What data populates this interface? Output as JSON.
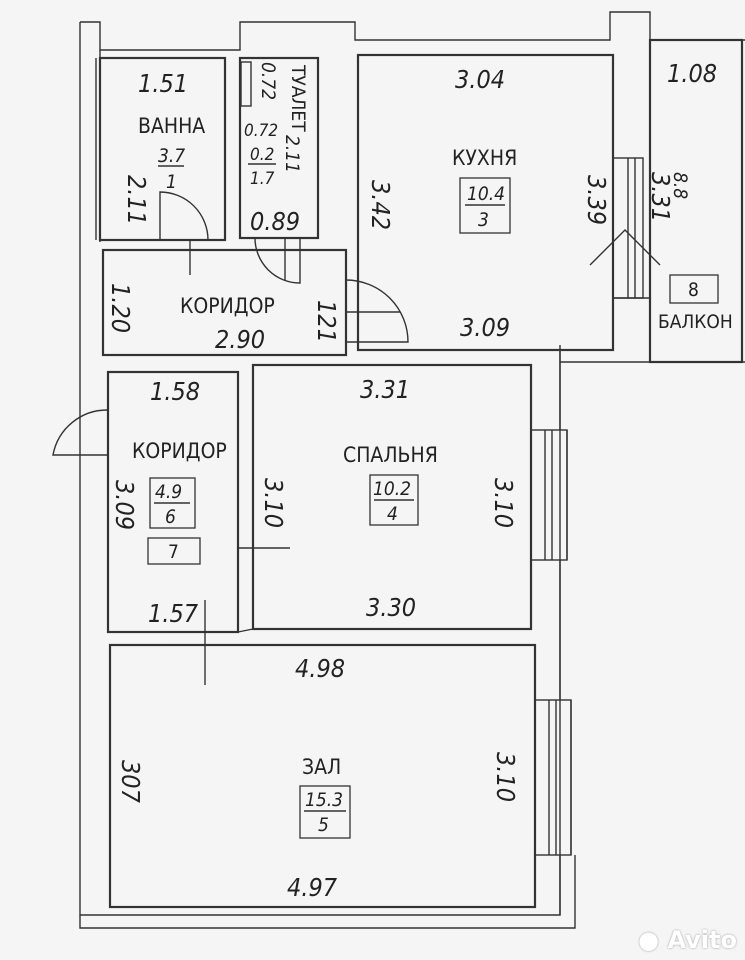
{
  "rooms": {
    "bath": {
      "name": "ВАННА",
      "area": "3.7",
      "number": "1",
      "dim_top": "1.51",
      "dim_left": "2.11"
    },
    "toilet": {
      "name": "ТУАЛЕТ",
      "dim_a": "0.72",
      "dim_b": "0.72",
      "dim_c": "0.2",
      "dim_d": "1.7",
      "dim_side": "2.11",
      "dim_bottom": "0.89"
    },
    "kitchen": {
      "name": "КУХНЯ",
      "area": "10.4",
      "number": "3",
      "dim_top": "3.04",
      "dim_left": "3.42",
      "dim_right": "3.39",
      "dim_bottom": "3.09"
    },
    "balcony": {
      "name": "БАЛКОН",
      "number": "8",
      "area": "8.8",
      "dim_top": "1.08",
      "dim_side": "3.31"
    },
    "corridor_top": {
      "name": "КОРИДОР",
      "dim_left": "1.20",
      "dim_bottom": "2.90",
      "dim_right": "121"
    },
    "corridor_bottom": {
      "name": "КОРИДОР",
      "area": "4.9",
      "number": "6",
      "extra_number": "7",
      "dim_top": "1.58",
      "dim_left": "3.09",
      "dim_bottom": "1.57"
    },
    "bedroom": {
      "name": "СПАЛЬНЯ",
      "area": "10.2",
      "number": "4",
      "dim_top": "3.31",
      "dim_left": "3.10",
      "dim_right": "3.10",
      "dim_bottom": "3.30"
    },
    "hall": {
      "name": "ЗАЛ",
      "area": "15.3",
      "number": "5",
      "dim_top": "4.98",
      "dim_left": "307",
      "dim_right": "3.10",
      "dim_bottom": "4.97"
    }
  },
  "watermark": "Avito"
}
